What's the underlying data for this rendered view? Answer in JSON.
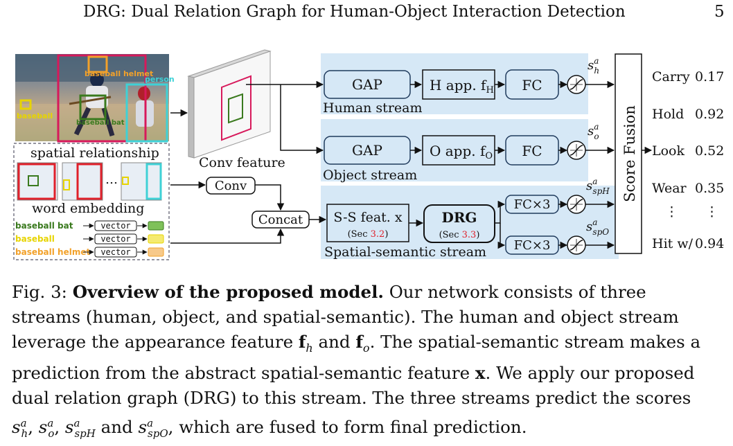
{
  "header": {
    "running_title": "DRG: Dual Relation Graph for Human-Object Interaction Detection",
    "page_number": "5"
  },
  "figure": {
    "photo_labels": {
      "baseball_helmet": "baseball helmet",
      "person": "person",
      "baseball": "baseball",
      "baseball_bat": "baseball bat"
    },
    "spatial_relationship": "spatial relationship",
    "ellipsis": "…",
    "word_embedding": "word embedding",
    "word_rows": [
      {
        "word": "baseball bat",
        "vector": "vector",
        "color": "#3a7a1e",
        "box_color": "#7fc15a"
      },
      {
        "word": "baseball",
        "vector": "vector",
        "color": "#e7d400",
        "box_color": "#f5ea70"
      },
      {
        "word": "baseball helmet",
        "vector": "vector",
        "color": "#f2a12a",
        "box_color": "#f7c98a"
      }
    ],
    "conv_feature": "Conv feature",
    "conv": "Conv",
    "concat": "Concat",
    "human_stream": {
      "gap": "GAP",
      "app": "H app. f",
      "app_sub": "H",
      "fc": "FC",
      "label": "Human stream",
      "score": "s",
      "score_sup": "a",
      "score_sub": "h"
    },
    "object_stream": {
      "gap": "GAP",
      "app": "O app. f",
      "app_sub": "O",
      "fc": "FC",
      "label": "Object stream",
      "score": "s",
      "score_sup": "a",
      "score_sub": "o"
    },
    "spatial_stream": {
      "ss_feat": "S-S feat. x",
      "ss_sec_prefix": "(Sec ",
      "ss_sec": "3.2",
      "sec_suffix": ")",
      "drg": "DRG",
      "drg_sec_prefix": "(Sec ",
      "drg_sec": "3.3",
      "fc_top": "FC×3",
      "fc_bottom": "FC×3",
      "label": "Spatial-semantic stream",
      "score_top": "s",
      "score_top_sup": "a",
      "score_top_sub": "spH",
      "score_bottom": "s",
      "score_bottom_sup": "a",
      "score_bottom_sub": "spO"
    },
    "score_fusion": "Score Fusion",
    "predictions": [
      {
        "action": "Carry",
        "score": "0.17"
      },
      {
        "action": "Hold",
        "score": "0.92"
      },
      {
        "action": "Look",
        "score": "0.52"
      },
      {
        "action": "Wear",
        "score": "0.35"
      },
      {
        "action": "⋮",
        "score": "⋮"
      },
      {
        "action": "Hit w/",
        "score": "0.94"
      }
    ],
    "colors": {
      "stream_bg": "#d6e8f6",
      "box_stroke": "#1f3a5c",
      "red_ref": "#e0202a",
      "human_box": "#d7195b",
      "helmet_box": "#f2a12a",
      "person_box": "#3fd1d6",
      "ball_box": "#e7d400",
      "bat_box": "#3a7a1e"
    }
  },
  "caption": {
    "fig_label": "Fig. 3: ",
    "title": "Overview of the proposed model.",
    "lines": [
      " Our network consists of three",
      "streams (human, object, and spatial-semantic). The human and object stream",
      "leverage the appearance feature ",
      " and ",
      ". The spatial-semantic stream makes a",
      "prediction from the abstract spatial-semantic feature ",
      ". We apply our proposed",
      "dual relation graph (DRG) to this stream. The three streams predict the scores",
      " and ",
      ", which are fused to form final prediction."
    ],
    "sym_fh": "f",
    "sym_fh_sub": "h",
    "sym_fo": "f",
    "sym_fo_sub": "o",
    "sym_x": "x",
    "scores": [
      "s",
      "s",
      "s",
      "s"
    ],
    "score_sup": "a",
    "score_subs": [
      "h",
      "o",
      "spH",
      "spO"
    ],
    "comma": ", "
  }
}
